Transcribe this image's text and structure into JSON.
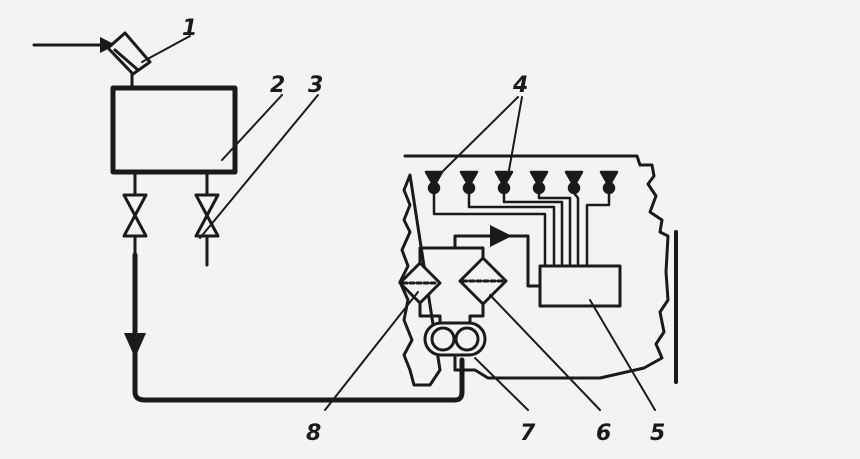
{
  "labels": {
    "l1": "1",
    "l2": "2",
    "l3": "3",
    "l4": "4",
    "l5": "5",
    "l6": "6",
    "l7": "7",
    "l8": "8"
  },
  "colors": {
    "ink": "#1a1a1a",
    "paper": "#f3f3f1"
  }
}
